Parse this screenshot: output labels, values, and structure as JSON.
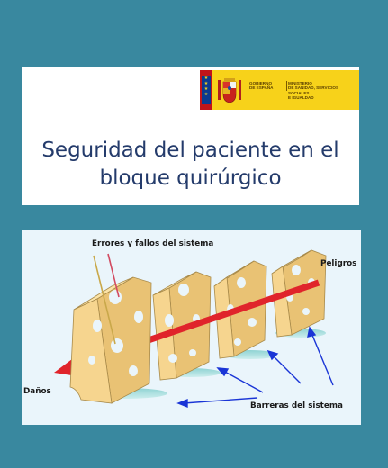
{
  "title_card": {
    "government": [
      "GOBIERNO",
      "DE ESPAÑA"
    ],
    "ministry": [
      "MINISTERIO",
      "DE SANIDAD, SERVICIOS SOCIALES",
      "E IGUALDAD"
    ],
    "title_line1": "Seguridad del paciente en el",
    "title_line2": "bloque quirúrgico"
  },
  "diagram": {
    "label_errors": "Errores y fallos del sistema",
    "label_dangers": "Peligros",
    "label_harms": "Daños",
    "label_barriers": "Barreras del sistema"
  },
  "colors": {
    "background": "#39889f",
    "title_text": "#243b6b",
    "banner": "#f7d21a",
    "cheese": "#f6d58f",
    "arrow": "#e0242b",
    "pointer": "#1a35d6"
  }
}
